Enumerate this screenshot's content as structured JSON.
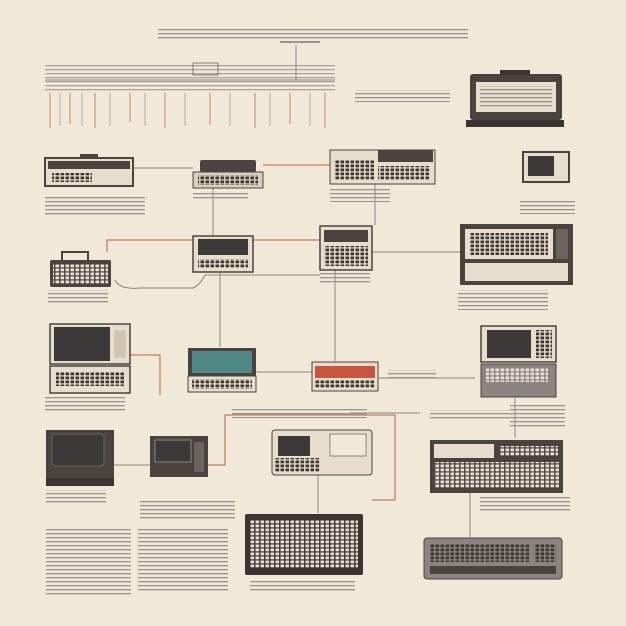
{
  "colors": {
    "paper": "#f1e9d8",
    "ink": "#3a3532",
    "device_dark": "#4a4440",
    "device_light": "#e6ddcb",
    "screen": "#3c3a38",
    "screen_green": "#4f8a86",
    "accent_red": "#c8553f",
    "connector_grey": "#8a8580",
    "text_grey": "#9a948c"
  },
  "nodes": [
    {
      "id": "timeline-panel",
      "icon": "timeline-chart-icon"
    },
    {
      "id": "printer-top-right",
      "icon": "printer-icon"
    },
    {
      "id": "rack-unit",
      "icon": "rack-unit-icon"
    },
    {
      "id": "typewriter",
      "icon": "typewriter-icon"
    },
    {
      "id": "terminal-unit",
      "icon": "terminal-icon"
    },
    {
      "id": "small-monitor",
      "icon": "monitor-icon"
    },
    {
      "id": "portable-keyboard",
      "icon": "keyboard-icon"
    },
    {
      "id": "desktop-unit",
      "icon": "computer-icon"
    },
    {
      "id": "calculator-machine",
      "icon": "calculator-icon"
    },
    {
      "id": "console-large",
      "icon": "console-icon"
    },
    {
      "id": "personal-computer-left",
      "icon": "computer-monitor-icon"
    },
    {
      "id": "green-screen-laptop",
      "icon": "laptop-icon"
    },
    {
      "id": "red-keyboard",
      "icon": "keyboard-icon"
    },
    {
      "id": "personal-computer-right",
      "icon": "computer-monitor-icon"
    },
    {
      "id": "tv-monitor",
      "icon": "tv-icon"
    },
    {
      "id": "small-terminal",
      "icon": "terminal-icon"
    },
    {
      "id": "all-in-one",
      "icon": "computer-icon"
    },
    {
      "id": "synth-console",
      "icon": "console-icon"
    },
    {
      "id": "large-keyboard",
      "icon": "keyboard-icon"
    },
    {
      "id": "keyboard-bottom-right",
      "icon": "keyboard-icon"
    }
  ]
}
